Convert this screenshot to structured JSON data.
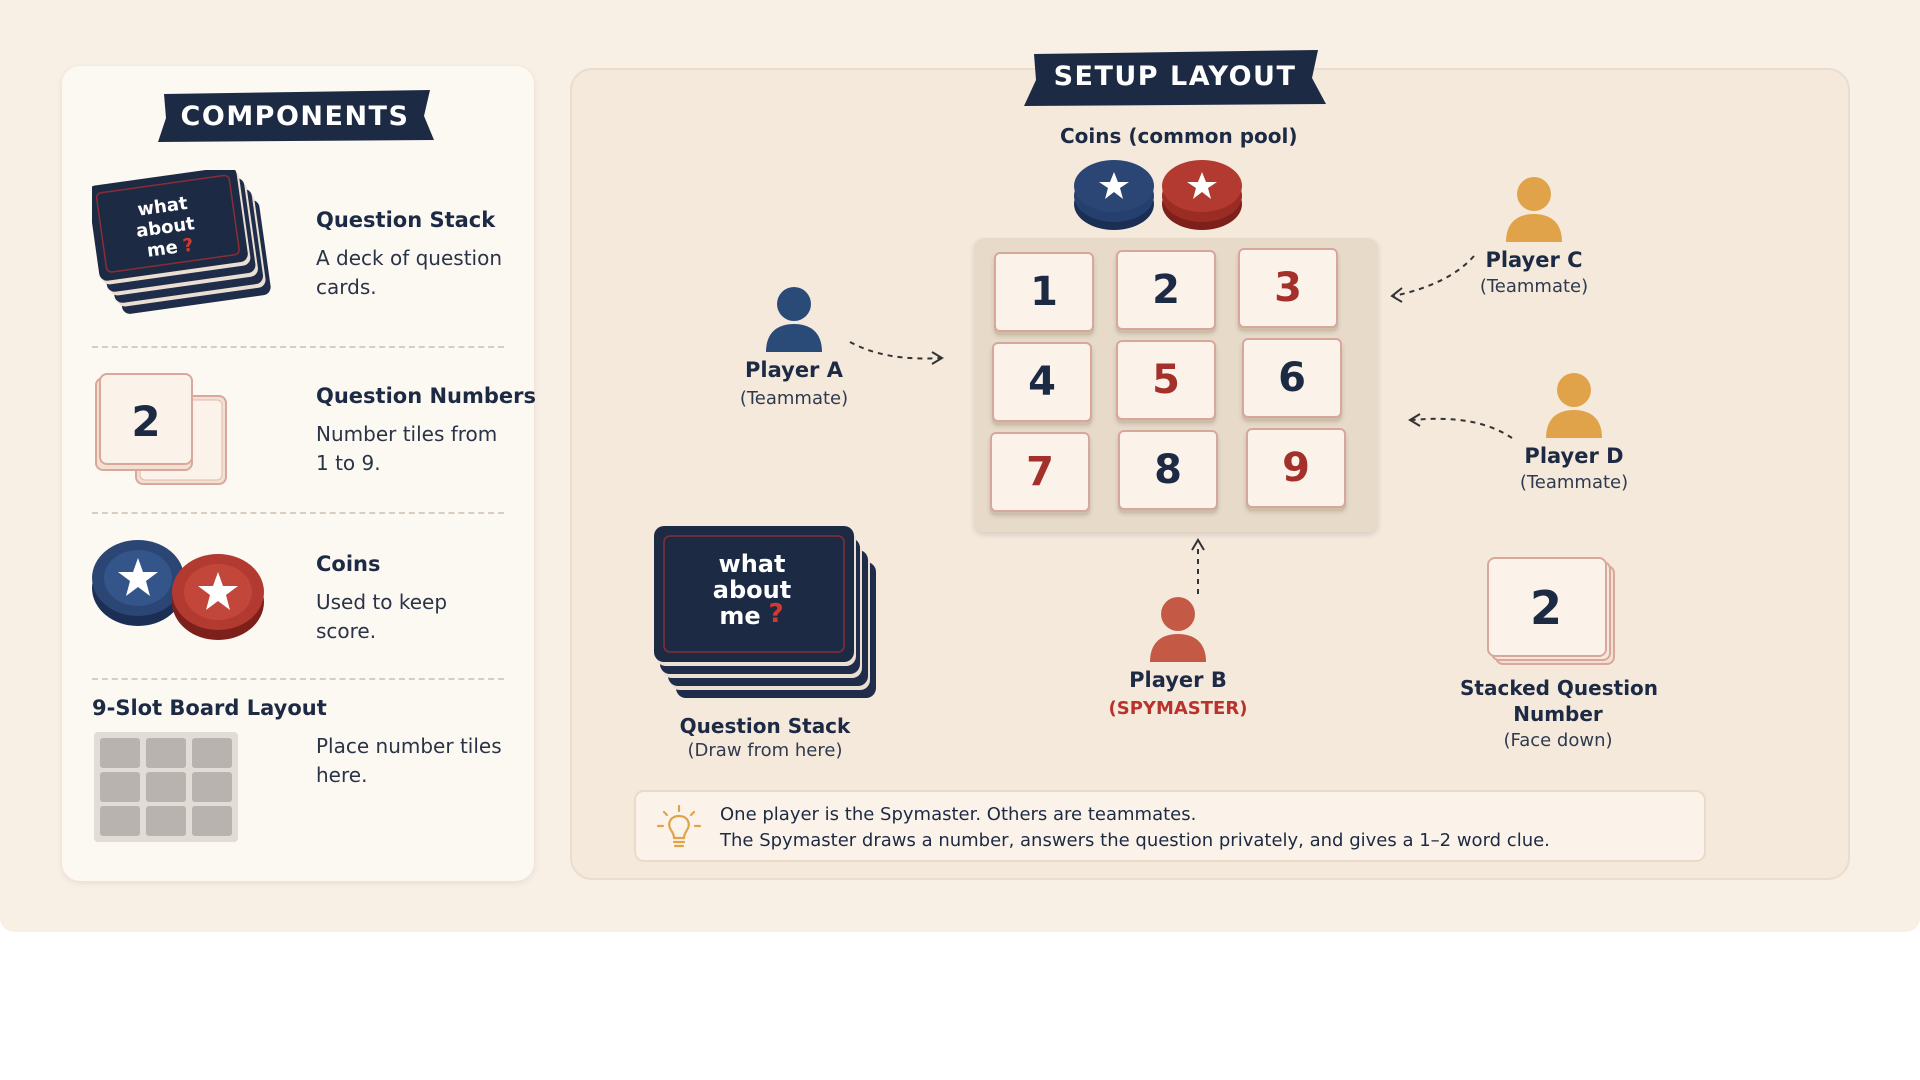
{
  "components": {
    "heading": "COMPONENTS",
    "items": [
      {
        "title": "Question Stack",
        "description": "A deck of question cards."
      },
      {
        "title": "Question Numbers",
        "description": "Number tiles from 1 to 9."
      },
      {
        "title": "Coins",
        "description": "Used to keep score."
      },
      {
        "title": "9-Slot Board Layout",
        "description": "Place number tiles here."
      }
    ],
    "card_text": [
      "what",
      "about",
      "me"
    ],
    "card_mark": "?",
    "tile_value": "2"
  },
  "setup": {
    "heading": "SETUP LAYOUT",
    "coins_label": "Coins (common pool)",
    "board_tiles": [
      "1",
      "2",
      "3",
      "4",
      "5",
      "6",
      "7",
      "8",
      "9"
    ],
    "players": [
      {
        "name": "Player A",
        "role": "(Teammate)",
        "color": "#2a4a78"
      },
      {
        "name": "Player B",
        "role": "(SPYMASTER)",
        "color": "#c45a45"
      },
      {
        "name": "Player C",
        "role": "(Teammate)",
        "color": "#e0a34a"
      },
      {
        "name": "Player D",
        "role": "(Teammate)",
        "color": "#e0a34a"
      }
    ],
    "question_stack": {
      "title": "Question Stack",
      "subtitle": "(Draw from here)"
    },
    "stacked_number": {
      "value": "2",
      "title_line1": "Stacked Question",
      "title_line2": "Number",
      "subtitle": "(Face down)"
    },
    "tip": {
      "icon": "lightbulb-icon",
      "line1": "One player is the Spymaster. Others are teammates.",
      "line2": "The Spymaster draws a number, answers the question privately, and gives a 1–2 word clue."
    }
  },
  "colors": {
    "navy": "#1d2a44",
    "red": "#a3302a",
    "coin_blue": "#2b4675",
    "coin_red": "#b23a30",
    "background": "#f8efe5"
  }
}
